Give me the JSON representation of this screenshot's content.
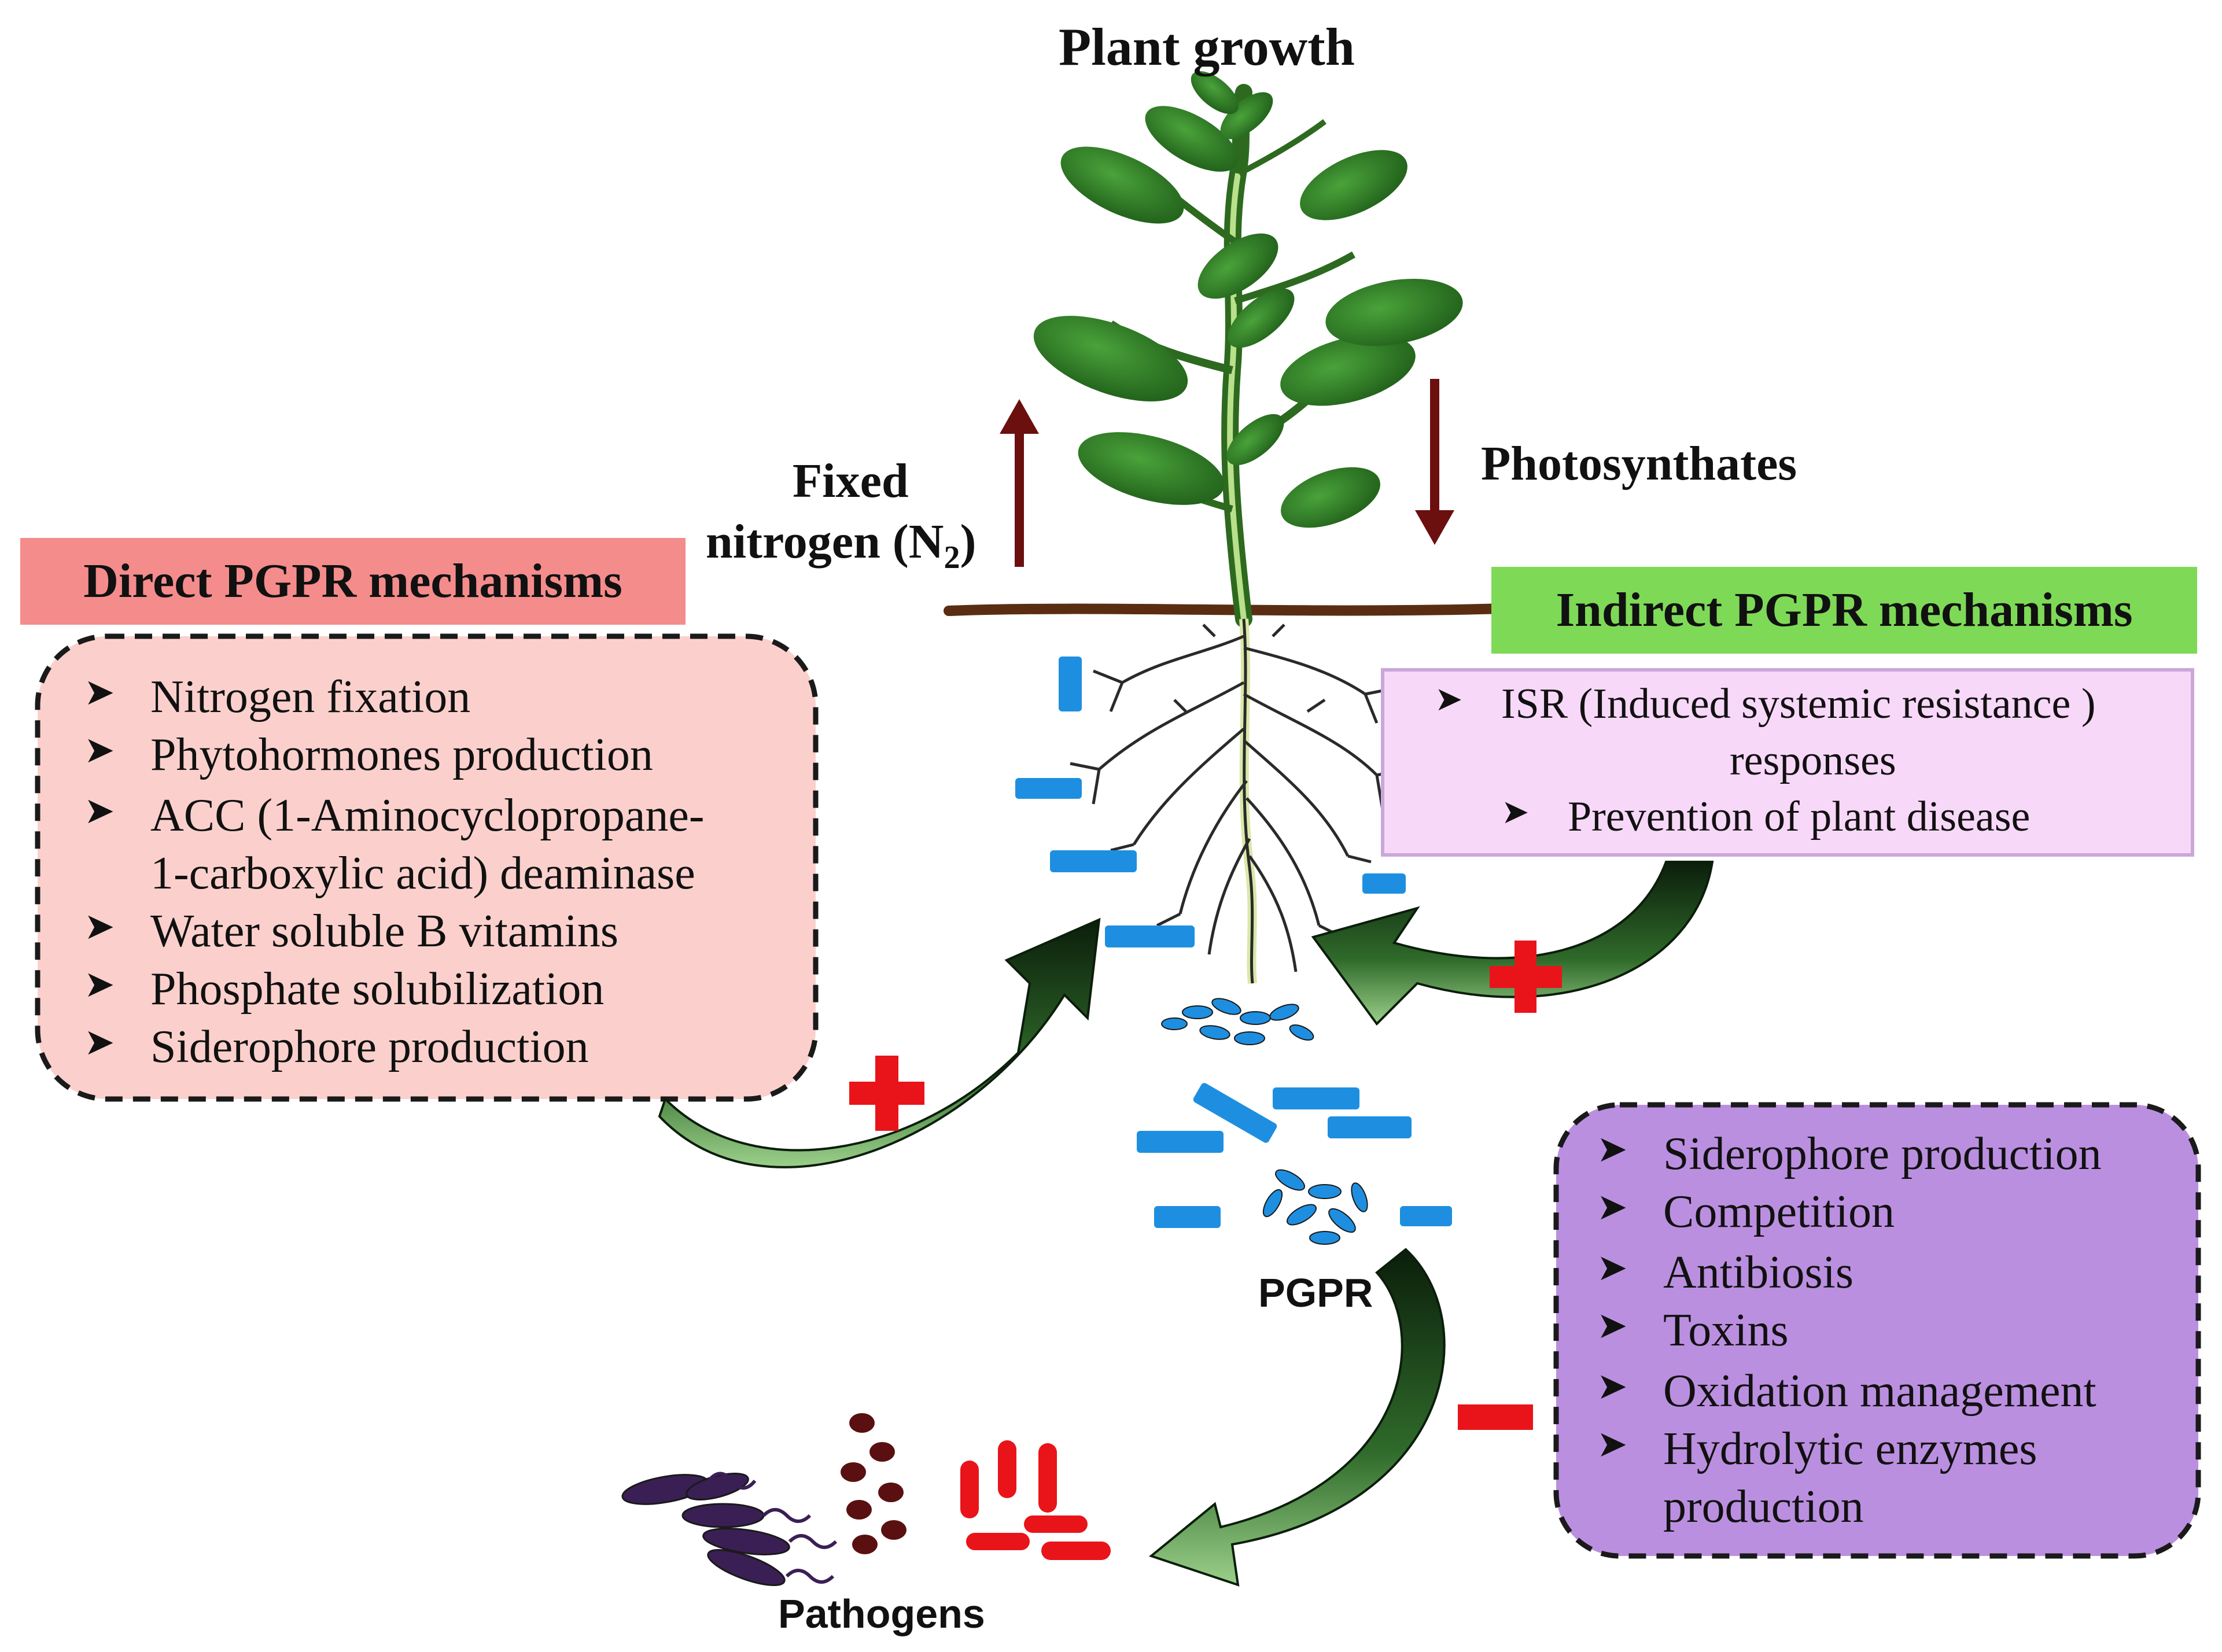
{
  "title": "Plant growth",
  "upward_flow_label": "Fixed",
  "upward_flow_label_2": "nitrogen (N",
  "upward_flow_subscript": "2",
  "upward_flow_close": ")",
  "downward_flow_label": "Photosynthates",
  "direct": {
    "header": "Direct PGPR mechanisms",
    "items": [
      "Nitrogen fixation",
      "Phytohormones production",
      "ACC (1-Aminocyclopropane-",
      "1-carboxylic acid) deaminase",
      "Water soluble B vitamins",
      "Phosphate solubilization",
      "Siderophore production"
    ]
  },
  "indirect": {
    "header": "Indirect PGPR mechanisms",
    "items": [
      "ISR (Induced systemic resistance )",
      "responses",
      "Prevention of plant disease"
    ]
  },
  "antagonism": {
    "items": [
      "Siderophore production",
      "Competition",
      "Antibiosis",
      "Toxins",
      "Oxidation management",
      "Hydrolytic  enzymes",
      "production"
    ]
  },
  "pgpr_label": "PGPR",
  "pathogens_label": "Pathogens",
  "icons": {
    "bullet": "arrowhead-bullet-icon",
    "positive": "plus-icon",
    "negative": "minus-icon"
  },
  "colors": {
    "direct_header": "#f48c8c",
    "direct_box": "#fbd0cc",
    "indirect_header": "#7ed957",
    "indirect_box": "#f8d8f8",
    "antagonism_box": "#bb8fe0",
    "flow_arrow": "#6b0f0f",
    "plus_minus": "#e8141a",
    "bacteria": "#1e8fe0",
    "curved_arrow": "#123a12",
    "leaf": "#2f7d25",
    "soil": "#5a2d12"
  }
}
